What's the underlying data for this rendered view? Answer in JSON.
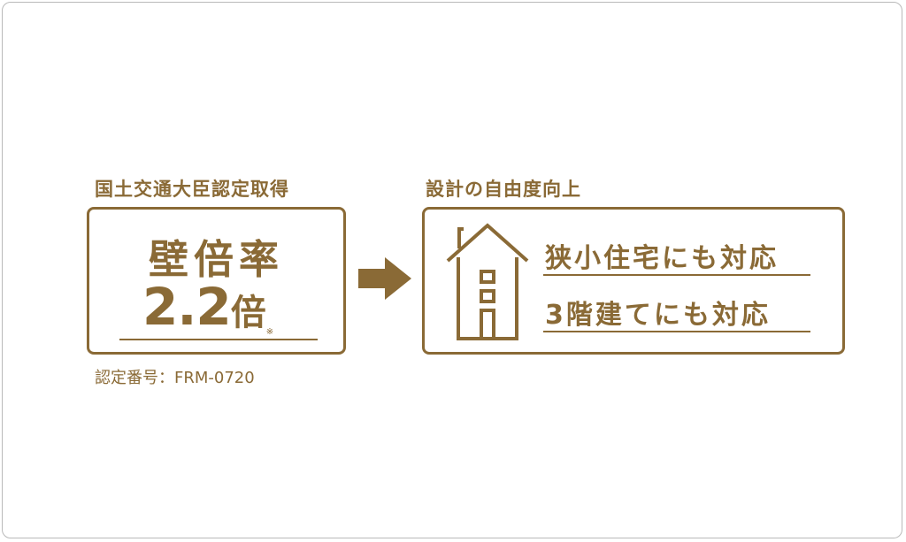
{
  "left_panel": {
    "heading": "国土交通大臣認定取得",
    "ratio_label": "壁倍率",
    "ratio_value": "2.2",
    "ratio_unit": "倍",
    "ratio_note": "※",
    "certification": "認定番号：FRM-0720"
  },
  "right_panel": {
    "heading": "設計の自由度向上",
    "features": [
      "狭小住宅にも対応",
      "3階建てにも対応"
    ]
  },
  "icons": {
    "arrow": "right-arrow-icon",
    "house": "three-story-house-icon"
  },
  "colors": {
    "accent": "#8a6a36",
    "frame_border": "#b9b9b9",
    "background": "#ffffff"
  }
}
